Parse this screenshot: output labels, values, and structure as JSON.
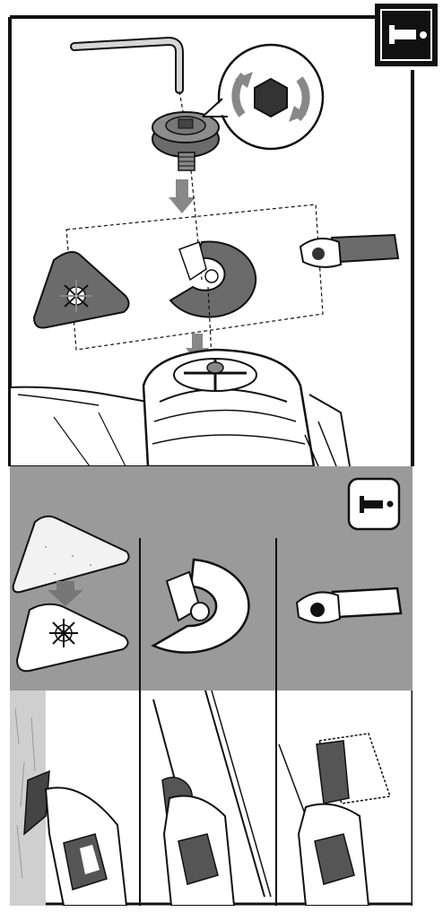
{
  "document": {
    "steps": [
      {
        "id": "mount-accessory",
        "icon": "hex-wrench-icon"
      },
      {
        "id": "choose-accessory",
        "icon": "hex-wrench-icon"
      },
      {
        "id": "applications"
      }
    ],
    "accessories": [
      "sanding-pad-icon",
      "segment-saw-blade-icon",
      "plunge-cut-blade-icon"
    ],
    "colors": {
      "line": "#111111",
      "band": "#9a9a9a",
      "part_fill": "#6b6b6b",
      "part_dark": "#4a4a4a",
      "arrow": "#777777",
      "paper": "#ffffff"
    }
  }
}
